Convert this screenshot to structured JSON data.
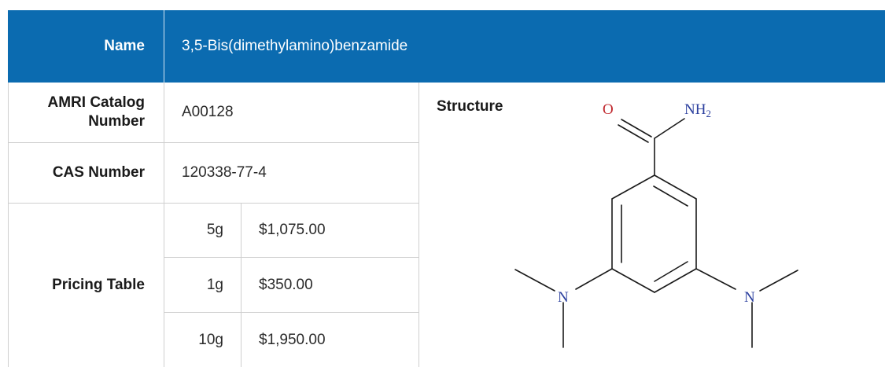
{
  "product": {
    "name_label": "Name",
    "name_value": "3,5-Bis(dimethylamino)benzamide",
    "catalog_label": "AMRI Catalog Number",
    "catalog_value": "A00128",
    "cas_label": "CAS Number",
    "cas_value": "120338-77-4",
    "pricing_label": "Pricing Table",
    "pricing": [
      {
        "quantity": "5g",
        "price": "$1,075.00"
      },
      {
        "quantity": "1g",
        "price": "$350.00"
      },
      {
        "quantity": "10g",
        "price": "$1,950.00"
      }
    ],
    "structure_label": "Structure"
  },
  "structure": {
    "atom_o": "O",
    "atom_nh": "NH",
    "atom_nh_sub": "2",
    "atom_n_left": "N",
    "atom_n_right": "N"
  },
  "colors": {
    "header_blue": "#0b6bb0",
    "oxygen_red": "#c0272d",
    "nitrogen_blue": "#2b3f9e"
  }
}
